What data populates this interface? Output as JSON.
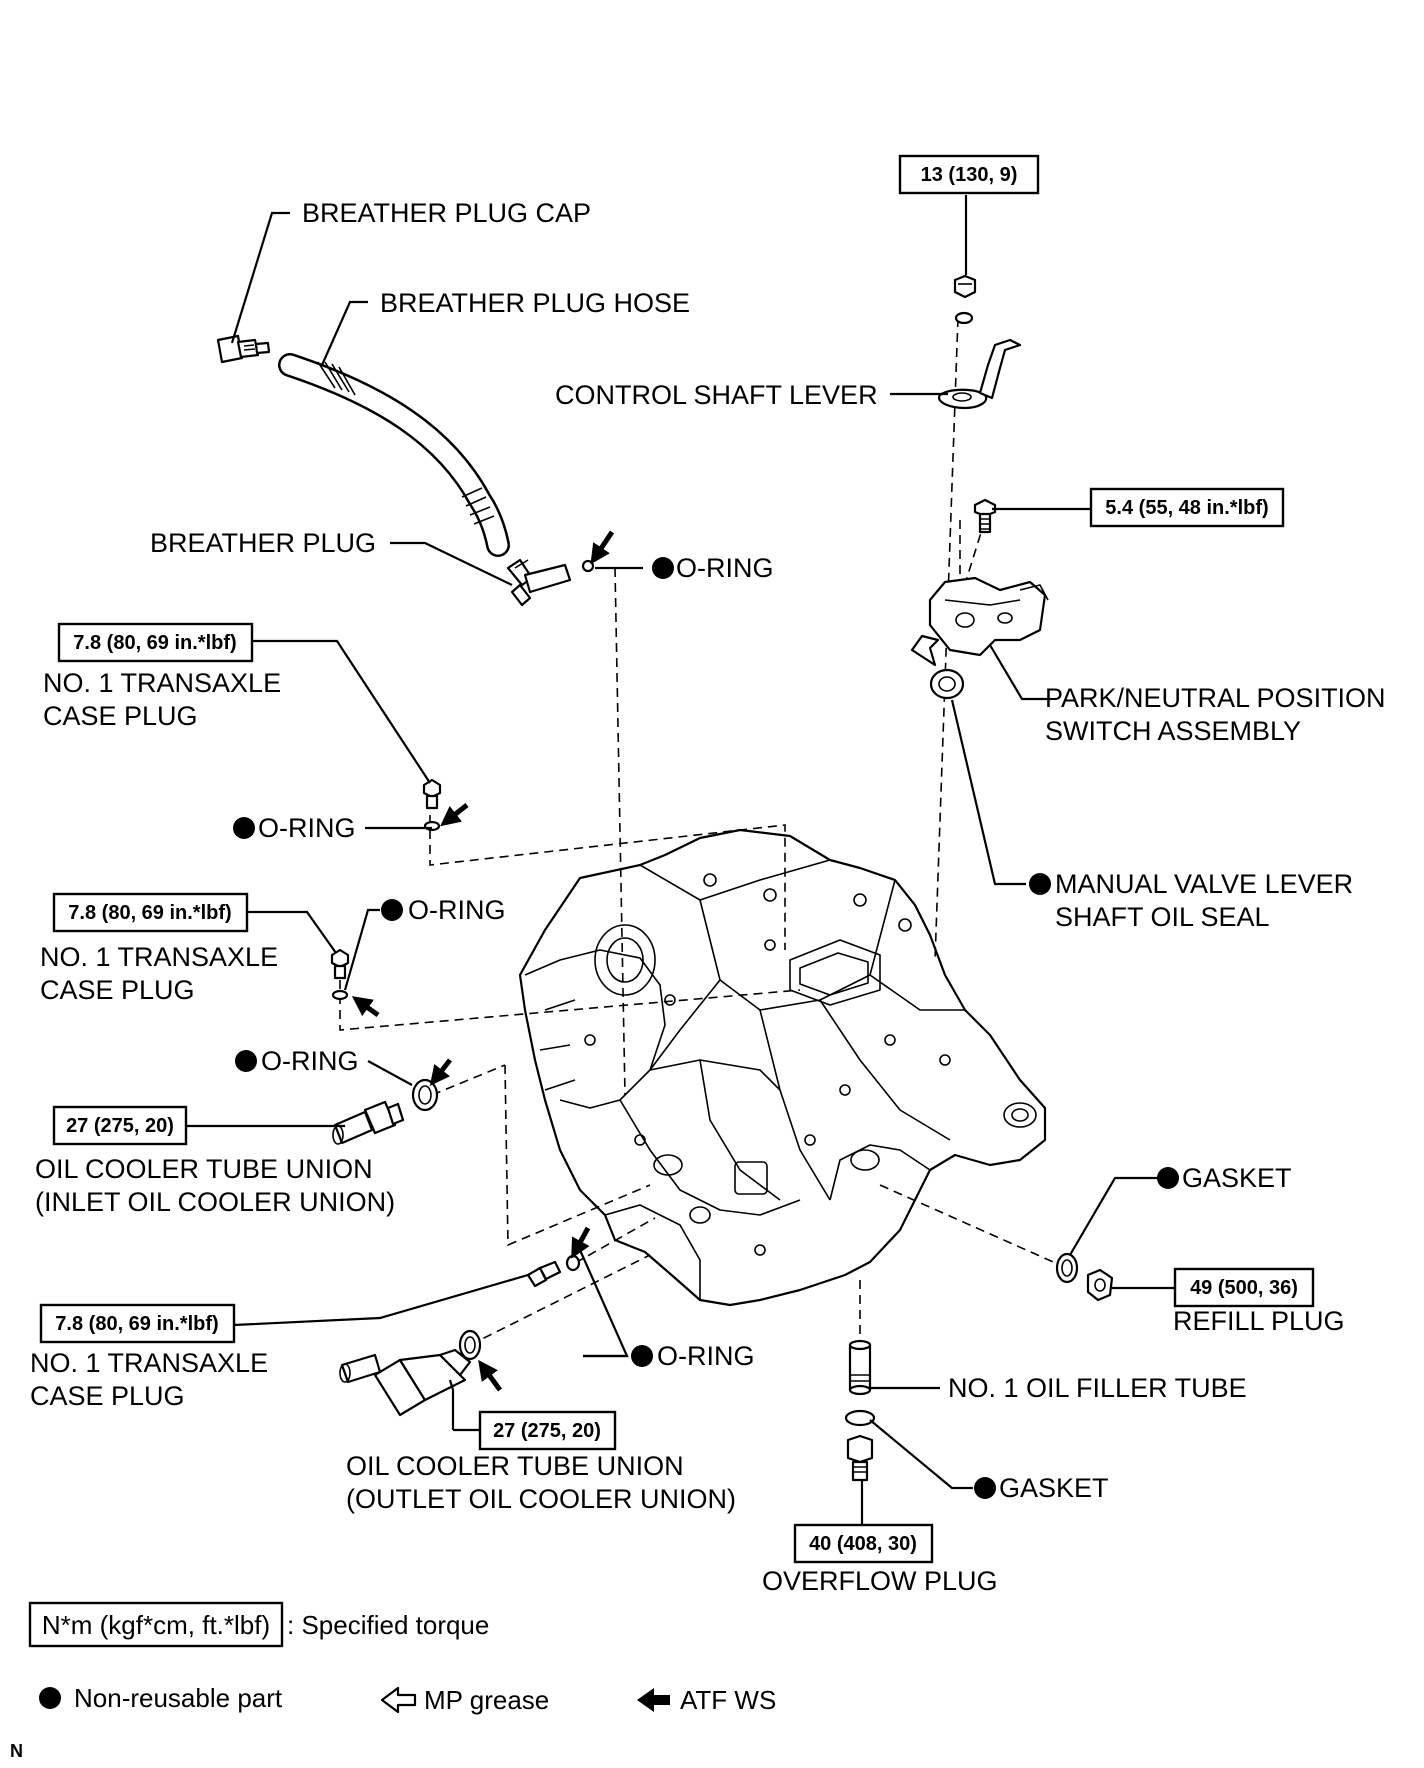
{
  "labels": {
    "breather_plug_cap": "BREATHER PLUG CAP",
    "breather_plug_hose": "BREATHER PLUG HOSE",
    "control_shaft_lever": "CONTROL SHAFT LEVER",
    "breather_plug": "BREATHER PLUG",
    "o_ring": "O-RING",
    "case_plug_line1": "NO. 1 TRANSAXLE",
    "case_plug_line2": "CASE PLUG",
    "pn_switch_line1": "PARK/NEUTRAL POSITION",
    "pn_switch_line2": "SWITCH ASSEMBLY",
    "manual_valve_line1": "MANUAL VALVE LEVER",
    "manual_valve_line2": "SHAFT OIL SEAL",
    "inlet_union_line1": "OIL COOLER TUBE UNION",
    "inlet_union_line2": "(INLET OIL COOLER UNION)",
    "outlet_union_line1": "OIL COOLER TUBE UNION",
    "outlet_union_line2": "(OUTLET OIL COOLER UNION)",
    "gasket": "GASKET",
    "refill_plug": "REFILL PLUG",
    "oil_filler_tube": "NO. 1 OIL FILLER TUBE",
    "overflow_plug": "OVERFLOW PLUG"
  },
  "torques": {
    "control_shaft_nut": "13 (130, 9)",
    "pn_switch_bolt": "5.4 (55, 48 in.*lbf)",
    "case_plug": "7.8 (80, 69 in.*lbf)",
    "union": "27 (275, 20)",
    "refill_plug": "49 (500, 36)",
    "overflow_plug": "40 (408, 30)"
  },
  "legend": {
    "unit_box": "N*m (kgf*cm, ft.*lbf)",
    "unit_desc": ": Specified torque",
    "non_reusable": "Non-reusable part",
    "mp_grease": "MP grease",
    "atf_ws": "ATF WS"
  },
  "corner_mark": "N"
}
